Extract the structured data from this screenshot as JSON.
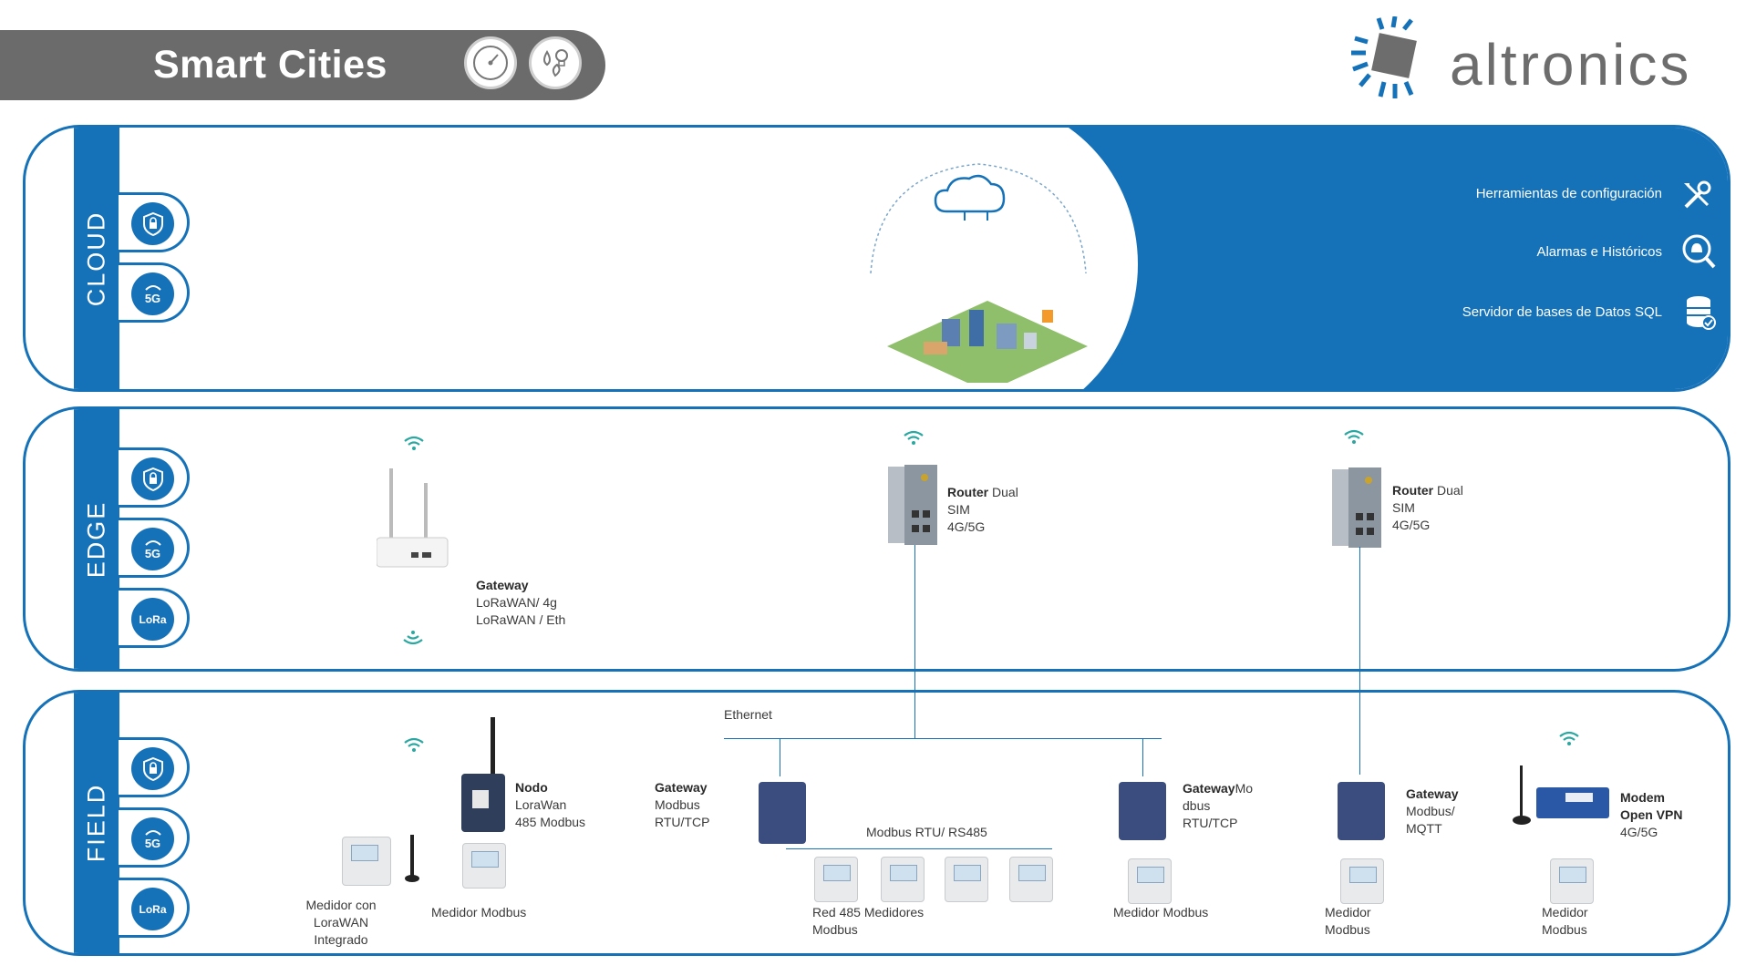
{
  "header": {
    "title": "Smart Cities",
    "brand": "altronics"
  },
  "colors": {
    "primary": "#1572b8",
    "header_bar": "#6b6b6b",
    "brand_gray": "#6d6d6d"
  },
  "sections": [
    {
      "label": "CLOUD",
      "badges": [
        "shield-lock-icon",
        "5g-icon"
      ]
    },
    {
      "label": "EDGE",
      "badges": [
        "shield-lock-icon",
        "5g-icon",
        "lora-icon"
      ]
    },
    {
      "label": "FIELD",
      "badges": [
        "shield-lock-icon",
        "5g-icon",
        "lora-icon"
      ]
    }
  ],
  "badge_text": {
    "fiveg": "5G",
    "lora": "LoRa"
  },
  "cloud_services": [
    {
      "label": "Herramientas de configuración",
      "icon": "tools-icon"
    },
    {
      "label": "Alarmas e Históricos",
      "icon": "alarm-search-icon"
    },
    {
      "label": "Servidor de bases de Datos SQL",
      "icon": "database-icon"
    }
  ],
  "edge": {
    "gateway": {
      "title": "Gateway",
      "lines": [
        "LoRaWAN/ 4g",
        "LoRaWAN / Eth"
      ]
    },
    "router1": {
      "title": "Router",
      "rest": " Dual",
      "lines": [
        "SIM",
        "4G/5G"
      ]
    },
    "router2": {
      "title": "Router",
      "rest": " Dual",
      "lines": [
        "SIM",
        "4G/5G"
      ]
    }
  },
  "field": {
    "ethernet": "Ethernet",
    "modbus_bus": "Modbus RTU/ RS485",
    "nodo": {
      "title": "Nodo",
      "lines": [
        "LoraWan",
        "485 Modbus"
      ]
    },
    "medidor_lorawan": [
      "Medidor con",
      "LoraWAN",
      "Integrado"
    ],
    "medidor_modbus_1": "Medidor Modbus",
    "gw_modbus_tcp": {
      "title": "Gateway",
      "lines": [
        "Modbus",
        "RTU/TCP"
      ]
    },
    "red485": [
      "Red 485 Medidores",
      "Modbus"
    ],
    "gw_modbus2": {
      "title": "Gateway",
      "tail": "Mo",
      "lines": [
        "dbus",
        "RTU/TCP"
      ]
    },
    "medidor_modbus_2": "Medidor Modbus",
    "gw_mqtt": {
      "title": "Gateway",
      "lines": [
        "Modbus/",
        "MQTT"
      ]
    },
    "medidor_modbus_3": [
      "Medidor",
      "Modbus"
    ],
    "modem": {
      "title_line1": "Modem",
      "title_line2": "Open VPN",
      "lines": [
        "4G/5G"
      ]
    },
    "medidor_modbus_4": [
      "Medidor",
      "Modbus"
    ]
  }
}
